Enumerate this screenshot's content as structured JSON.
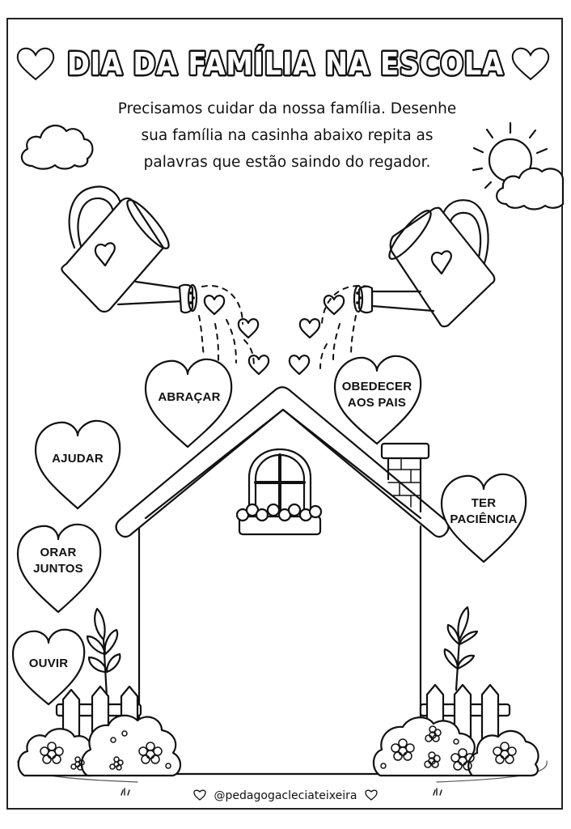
{
  "worksheet": {
    "title": "DIA DA FAMÍLIA NA ESCOLA",
    "instructions": [
      "Precisamos cuidar da nossa família. Desenhe",
      "sua família na casinha abaixo repita as",
      "palavras que estão saindo do regador."
    ],
    "hearts": [
      {
        "id": "abracar",
        "lines": [
          "ABRAÇAR"
        ]
      },
      {
        "id": "obedecer",
        "lines": [
          "OBEDECER",
          "AOS PAIS"
        ]
      },
      {
        "id": "ajudar",
        "lines": [
          "AJUDAR"
        ]
      },
      {
        "id": "ter-paciencia",
        "lines": [
          "TER",
          "PACIÊNCIA"
        ]
      },
      {
        "id": "orar-juntos",
        "lines": [
          "ORAR",
          "JUNTOS"
        ]
      },
      {
        "id": "ouvir",
        "lines": [
          "OUVIR"
        ]
      }
    ],
    "credit": "@pedagogacleciateixeira",
    "illustrations": [
      "cloud-icon",
      "sun-icon",
      "watering-can-icon",
      "house-icon",
      "window-icon",
      "chimney-icon",
      "fence-icon",
      "bush-icon",
      "plant-icon",
      "heart-icon"
    ]
  },
  "colors": {
    "line": "#111111",
    "background": "#ffffff"
  }
}
